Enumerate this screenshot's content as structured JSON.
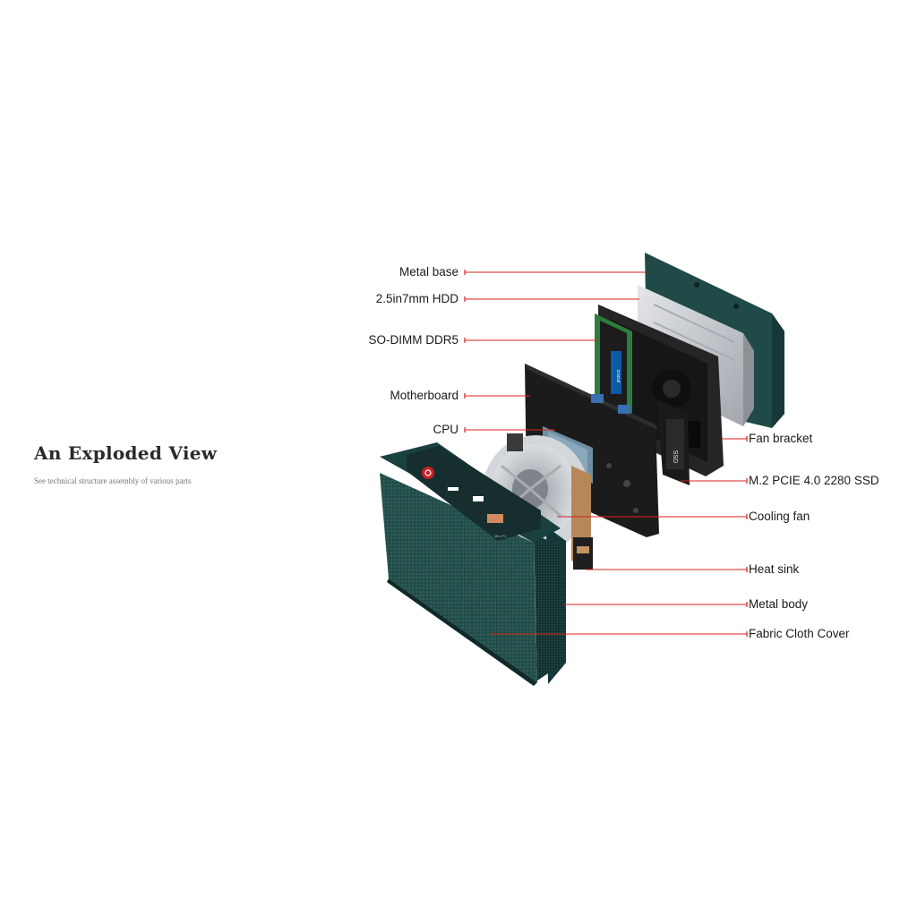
{
  "heading": "An Exploded View",
  "subheading": "See technical structure assembly of various parts",
  "colors": {
    "leader": "#d9201f",
    "body": "#1f4a47",
    "body_dark": "#16383a",
    "board": "#1b1b1b",
    "silver": "#c9ccd0",
    "copper": "#b7875a"
  },
  "labels": {
    "metal_base": "Metal base",
    "hdd": "2.5in7mm HDD",
    "ram": "SO-DIMM DDR5",
    "motherboard": "Motherboard",
    "cpu": "CPU",
    "fan_bracket": "Fan bracket",
    "ssd": "M.2 PCIE 4.0 2280 SSD",
    "cooling_fan": "Cooling fan",
    "heat_sink": "Heat sink",
    "metal_body": "Metal body",
    "fabric_cover": "Fabric Cloth Cover"
  },
  "component_text": {
    "ram_brand": "crucial",
    "ssd_text": "SSD",
    "device_model": "Mini PC"
  }
}
